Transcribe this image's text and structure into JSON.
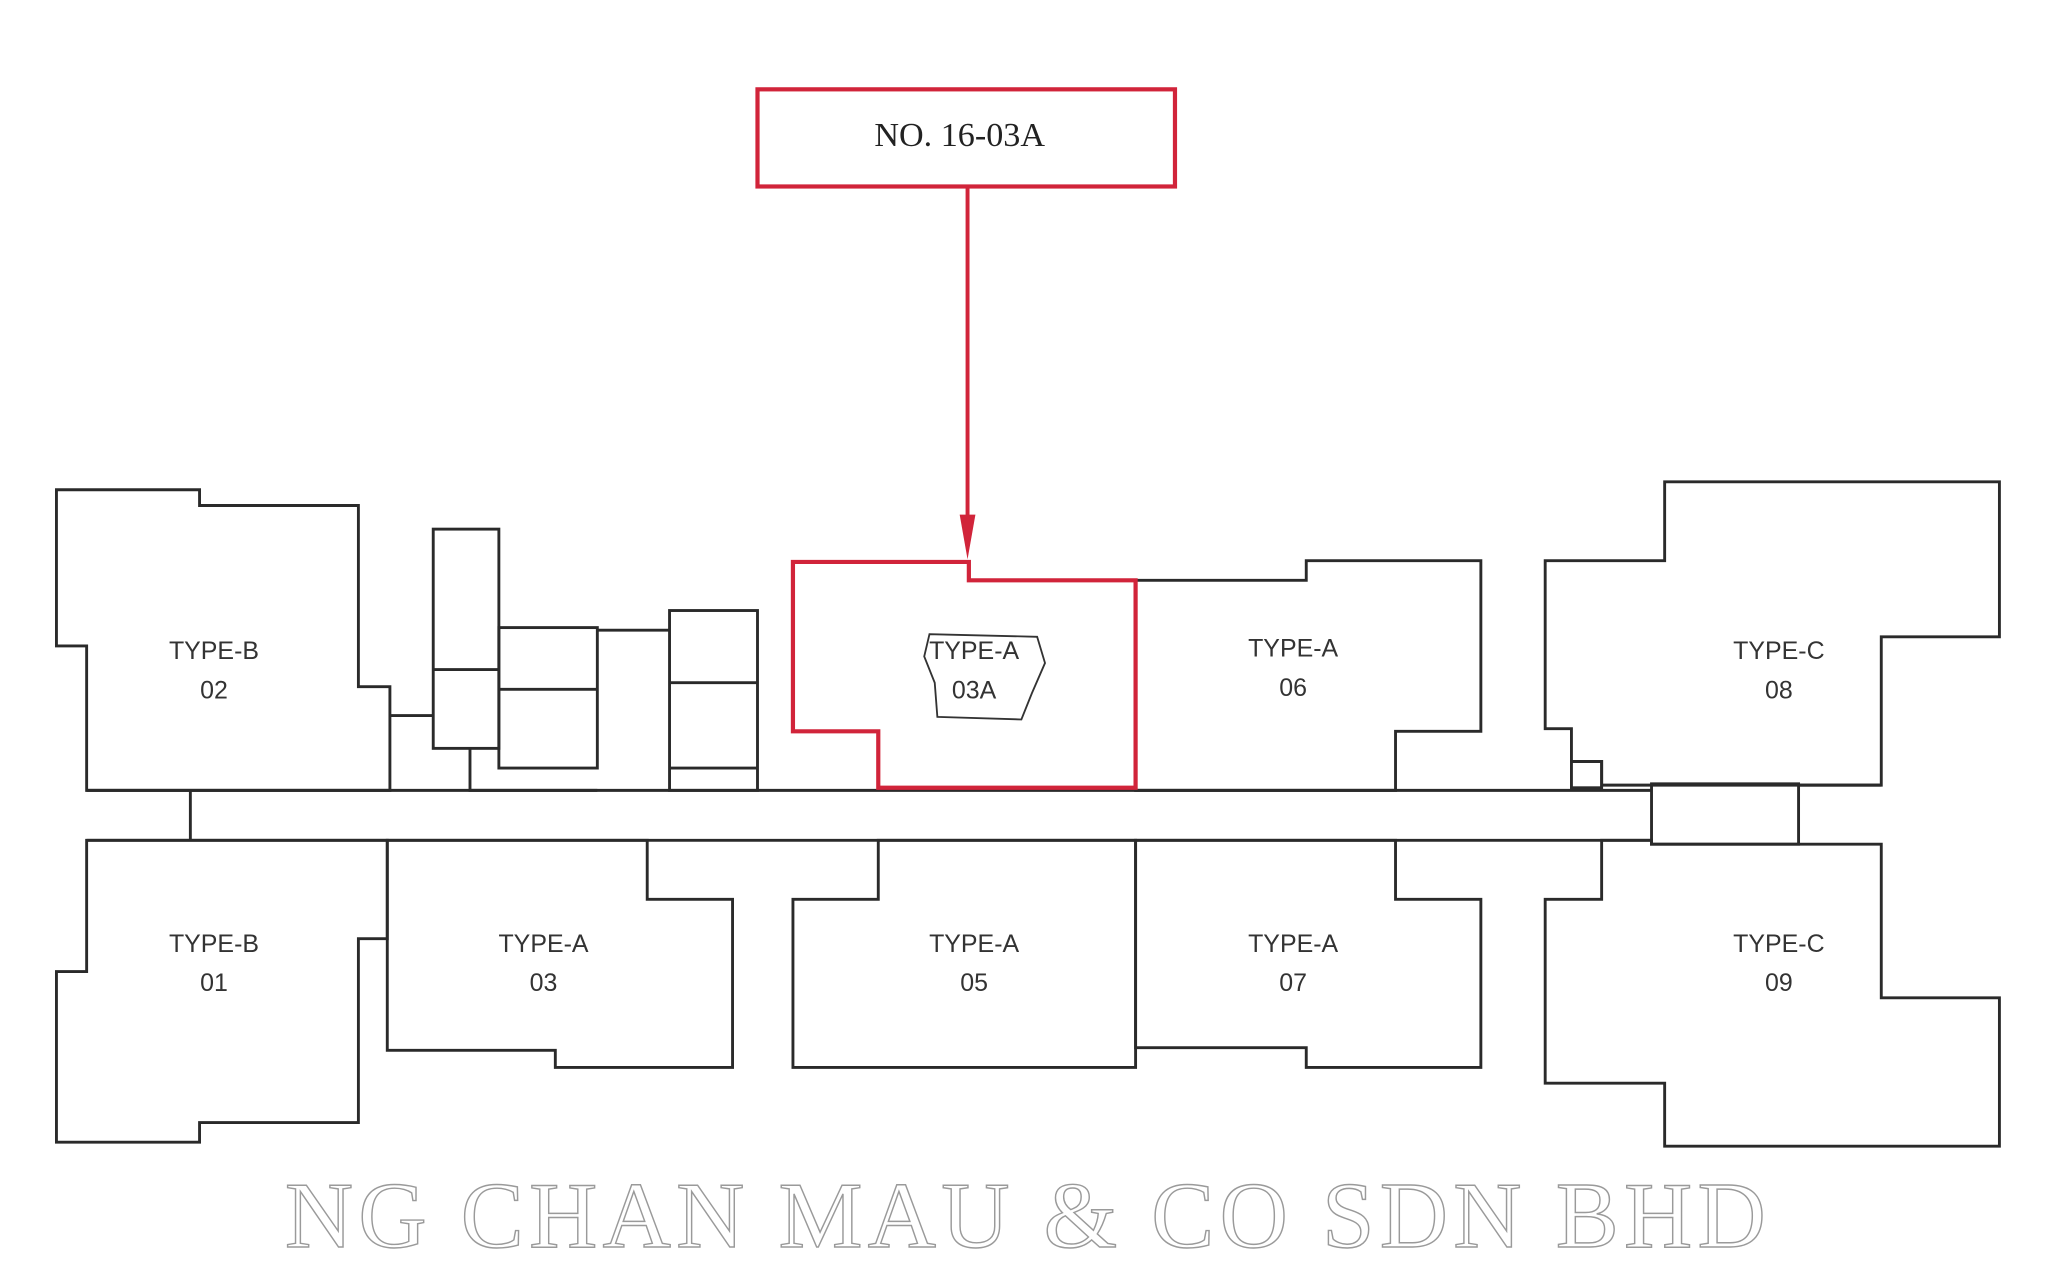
{
  "callout": {
    "label": "NO. 16-03A",
    "color": "#d1243a"
  },
  "watermark": "NG CHAN MAU & CO SDN BHD",
  "units": {
    "u02": {
      "type": "TYPE-B",
      "no": "02"
    },
    "u03a": {
      "type": "TYPE-A",
      "no": "03A"
    },
    "u06": {
      "type": "TYPE-A",
      "no": "06"
    },
    "u08": {
      "type": "TYPE-C",
      "no": "08"
    },
    "u01": {
      "type": "TYPE-B",
      "no": "01"
    },
    "u03": {
      "type": "TYPE-A",
      "no": "03"
    },
    "u05": {
      "type": "TYPE-A",
      "no": "05"
    },
    "u07": {
      "type": "TYPE-A",
      "no": "07"
    },
    "u09": {
      "type": "TYPE-C",
      "no": "09"
    }
  }
}
